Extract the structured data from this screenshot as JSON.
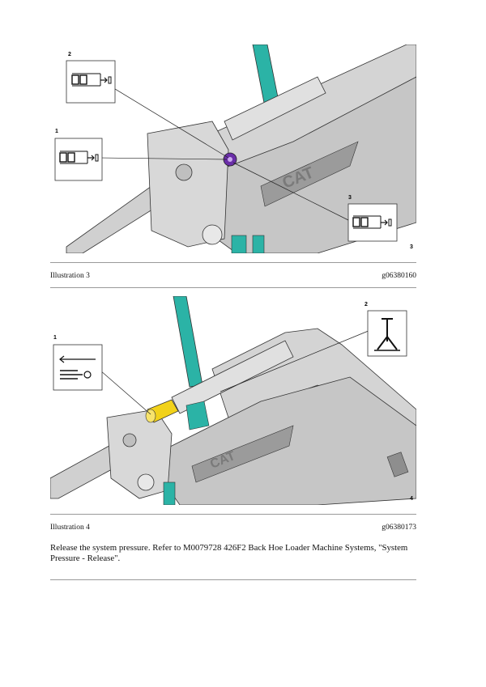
{
  "illustration_3": {
    "caption_label": "Illustration 3",
    "graphic_id": "g06380160",
    "corner_number": "3",
    "callouts": [
      {
        "number": "1",
        "icon": "hydraulic-fitting-disconnect-icon"
      },
      {
        "number": "2",
        "icon": "hydraulic-fitting-disconnect-icon"
      },
      {
        "number": "3",
        "icon": "hydraulic-fitting-disconnect-icon"
      }
    ],
    "colors": {
      "cylinder_accent": "#2bb3a6",
      "fitting": "#6a2ea8",
      "machine": "#c9c9c9"
    }
  },
  "illustration_4": {
    "caption_label": "Illustration 4",
    "graphic_id": "g06380173",
    "corner_number": "4",
    "callouts": [
      {
        "number": "1",
        "icon": "remove-pin-arrow-icon"
      },
      {
        "number": "2",
        "icon": "jack-stand-icon"
      }
    ],
    "colors": {
      "cylinder_accent": "#2bb3a6",
      "pin": "#f2d21a",
      "machine": "#c9c9c9"
    }
  },
  "instruction": {
    "text": "Release the system pressure. Refer to M0079728 426F2 Back Hoe Loader Machine Systems, \"System Pressure - Release\"."
  }
}
